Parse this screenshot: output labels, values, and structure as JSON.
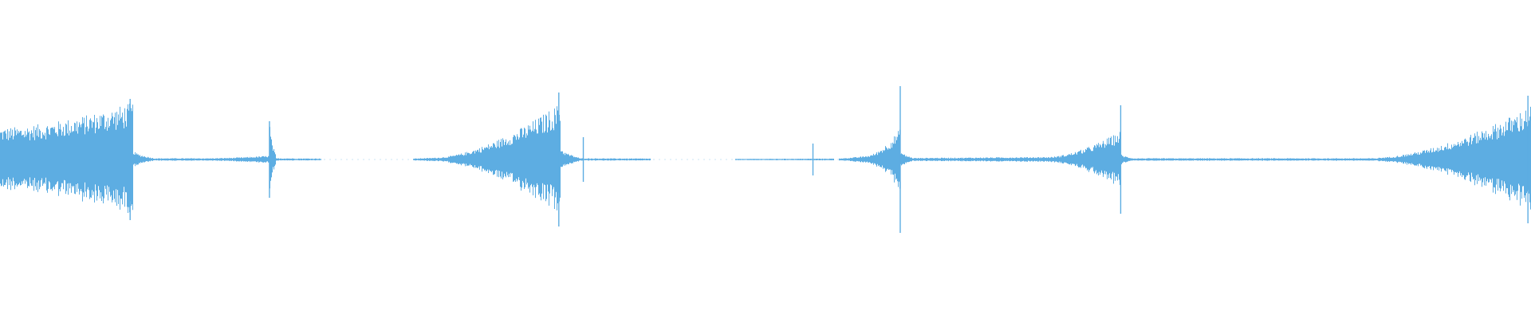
{
  "waveform": {
    "color": "#5dade2",
    "background": "#ffffff",
    "segments": [
      {
        "start": 0.0,
        "end": 0.087,
        "amp_start": 0.1,
        "amp_end": 0.18,
        "shape": "swell"
      },
      {
        "start": 0.087,
        "end": 0.1,
        "amp_start": 0.03,
        "amp_end": 0.005,
        "shape": "decay"
      },
      {
        "start": 0.1,
        "end": 0.136,
        "amp_start": 0.004,
        "amp_end": 0.004,
        "shape": "flat"
      },
      {
        "start": 0.136,
        "end": 0.176,
        "amp_start": 0.004,
        "amp_end": 0.012,
        "shape": "swell"
      },
      {
        "start": 0.176,
        "end": 0.18,
        "amp_start": 0.12,
        "amp_end": 0.01,
        "shape": "decay"
      },
      {
        "start": 0.18,
        "end": 0.21,
        "amp_start": 0.004,
        "amp_end": 0.003,
        "shape": "flat"
      },
      {
        "start": 0.27,
        "end": 0.285,
        "amp_start": 0.003,
        "amp_end": 0.006,
        "shape": "flat"
      },
      {
        "start": 0.285,
        "end": 0.366,
        "amp_start": 0.006,
        "amp_end": 0.18,
        "shape": "swell"
      },
      {
        "start": 0.366,
        "end": 0.378,
        "amp_start": 0.04,
        "amp_end": 0.006,
        "shape": "decay"
      },
      {
        "start": 0.378,
        "end": 0.425,
        "amp_start": 0.004,
        "amp_end": 0.003,
        "shape": "flat"
      },
      {
        "start": 0.48,
        "end": 0.545,
        "amp_start": 0.002,
        "amp_end": 0.003,
        "shape": "flat"
      },
      {
        "start": 0.548,
        "end": 0.566,
        "amp_start": 0.004,
        "amp_end": 0.012,
        "shape": "swell"
      },
      {
        "start": 0.566,
        "end": 0.588,
        "amp_start": 0.012,
        "amp_end": 0.1,
        "shape": "swell"
      },
      {
        "start": 0.588,
        "end": 0.596,
        "amp_start": 0.03,
        "amp_end": 0.006,
        "shape": "decay"
      },
      {
        "start": 0.596,
        "end": 0.685,
        "amp_start": 0.005,
        "amp_end": 0.008,
        "shape": "flat"
      },
      {
        "start": 0.685,
        "end": 0.732,
        "amp_start": 0.008,
        "amp_end": 0.09,
        "shape": "swell"
      },
      {
        "start": 0.732,
        "end": 0.74,
        "amp_start": 0.02,
        "amp_end": 0.004,
        "shape": "decay"
      },
      {
        "start": 0.74,
        "end": 0.9,
        "amp_start": 0.004,
        "amp_end": 0.004,
        "shape": "flat"
      },
      {
        "start": 0.9,
        "end": 1.0,
        "amp_start": 0.006,
        "amp_end": 0.17,
        "shape": "swell"
      }
    ],
    "spikes": [
      {
        "pos": 0.085,
        "amp": 0.19
      },
      {
        "pos": 0.176,
        "amp": 0.12
      },
      {
        "pos": 0.365,
        "amp": 0.21
      },
      {
        "pos": 0.381,
        "amp": 0.07
      },
      {
        "pos": 0.531,
        "amp": 0.05
      },
      {
        "pos": 0.588,
        "amp": 0.23
      },
      {
        "pos": 0.732,
        "amp": 0.17
      },
      {
        "pos": 0.998,
        "amp": 0.2
      }
    ]
  }
}
